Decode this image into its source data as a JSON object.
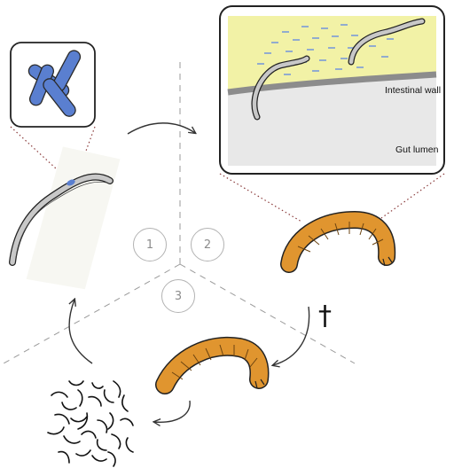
{
  "labels": {
    "intestinal_wall": "Intestinal wall",
    "gut_lumen": "Gut lumen"
  },
  "steps": [
    "1",
    "2",
    "3"
  ],
  "death_symbol": "†",
  "colors": {
    "bacteria": "#5a7fd0",
    "intestinal_tissue": "#f2f2a6",
    "gut_wall": "#8c8c8c",
    "lumen": "#e8e8e8",
    "larva_body": "#e0952f",
    "nematode_body": "#c8c8c8",
    "dashed_divider": "#9a9a9a"
  },
  "icons": [
    "bacteria-icon",
    "nematode-icon",
    "larva-icon",
    "dead-larva-icon",
    "nematode-swarm-icon",
    "death-cross-icon"
  ]
}
